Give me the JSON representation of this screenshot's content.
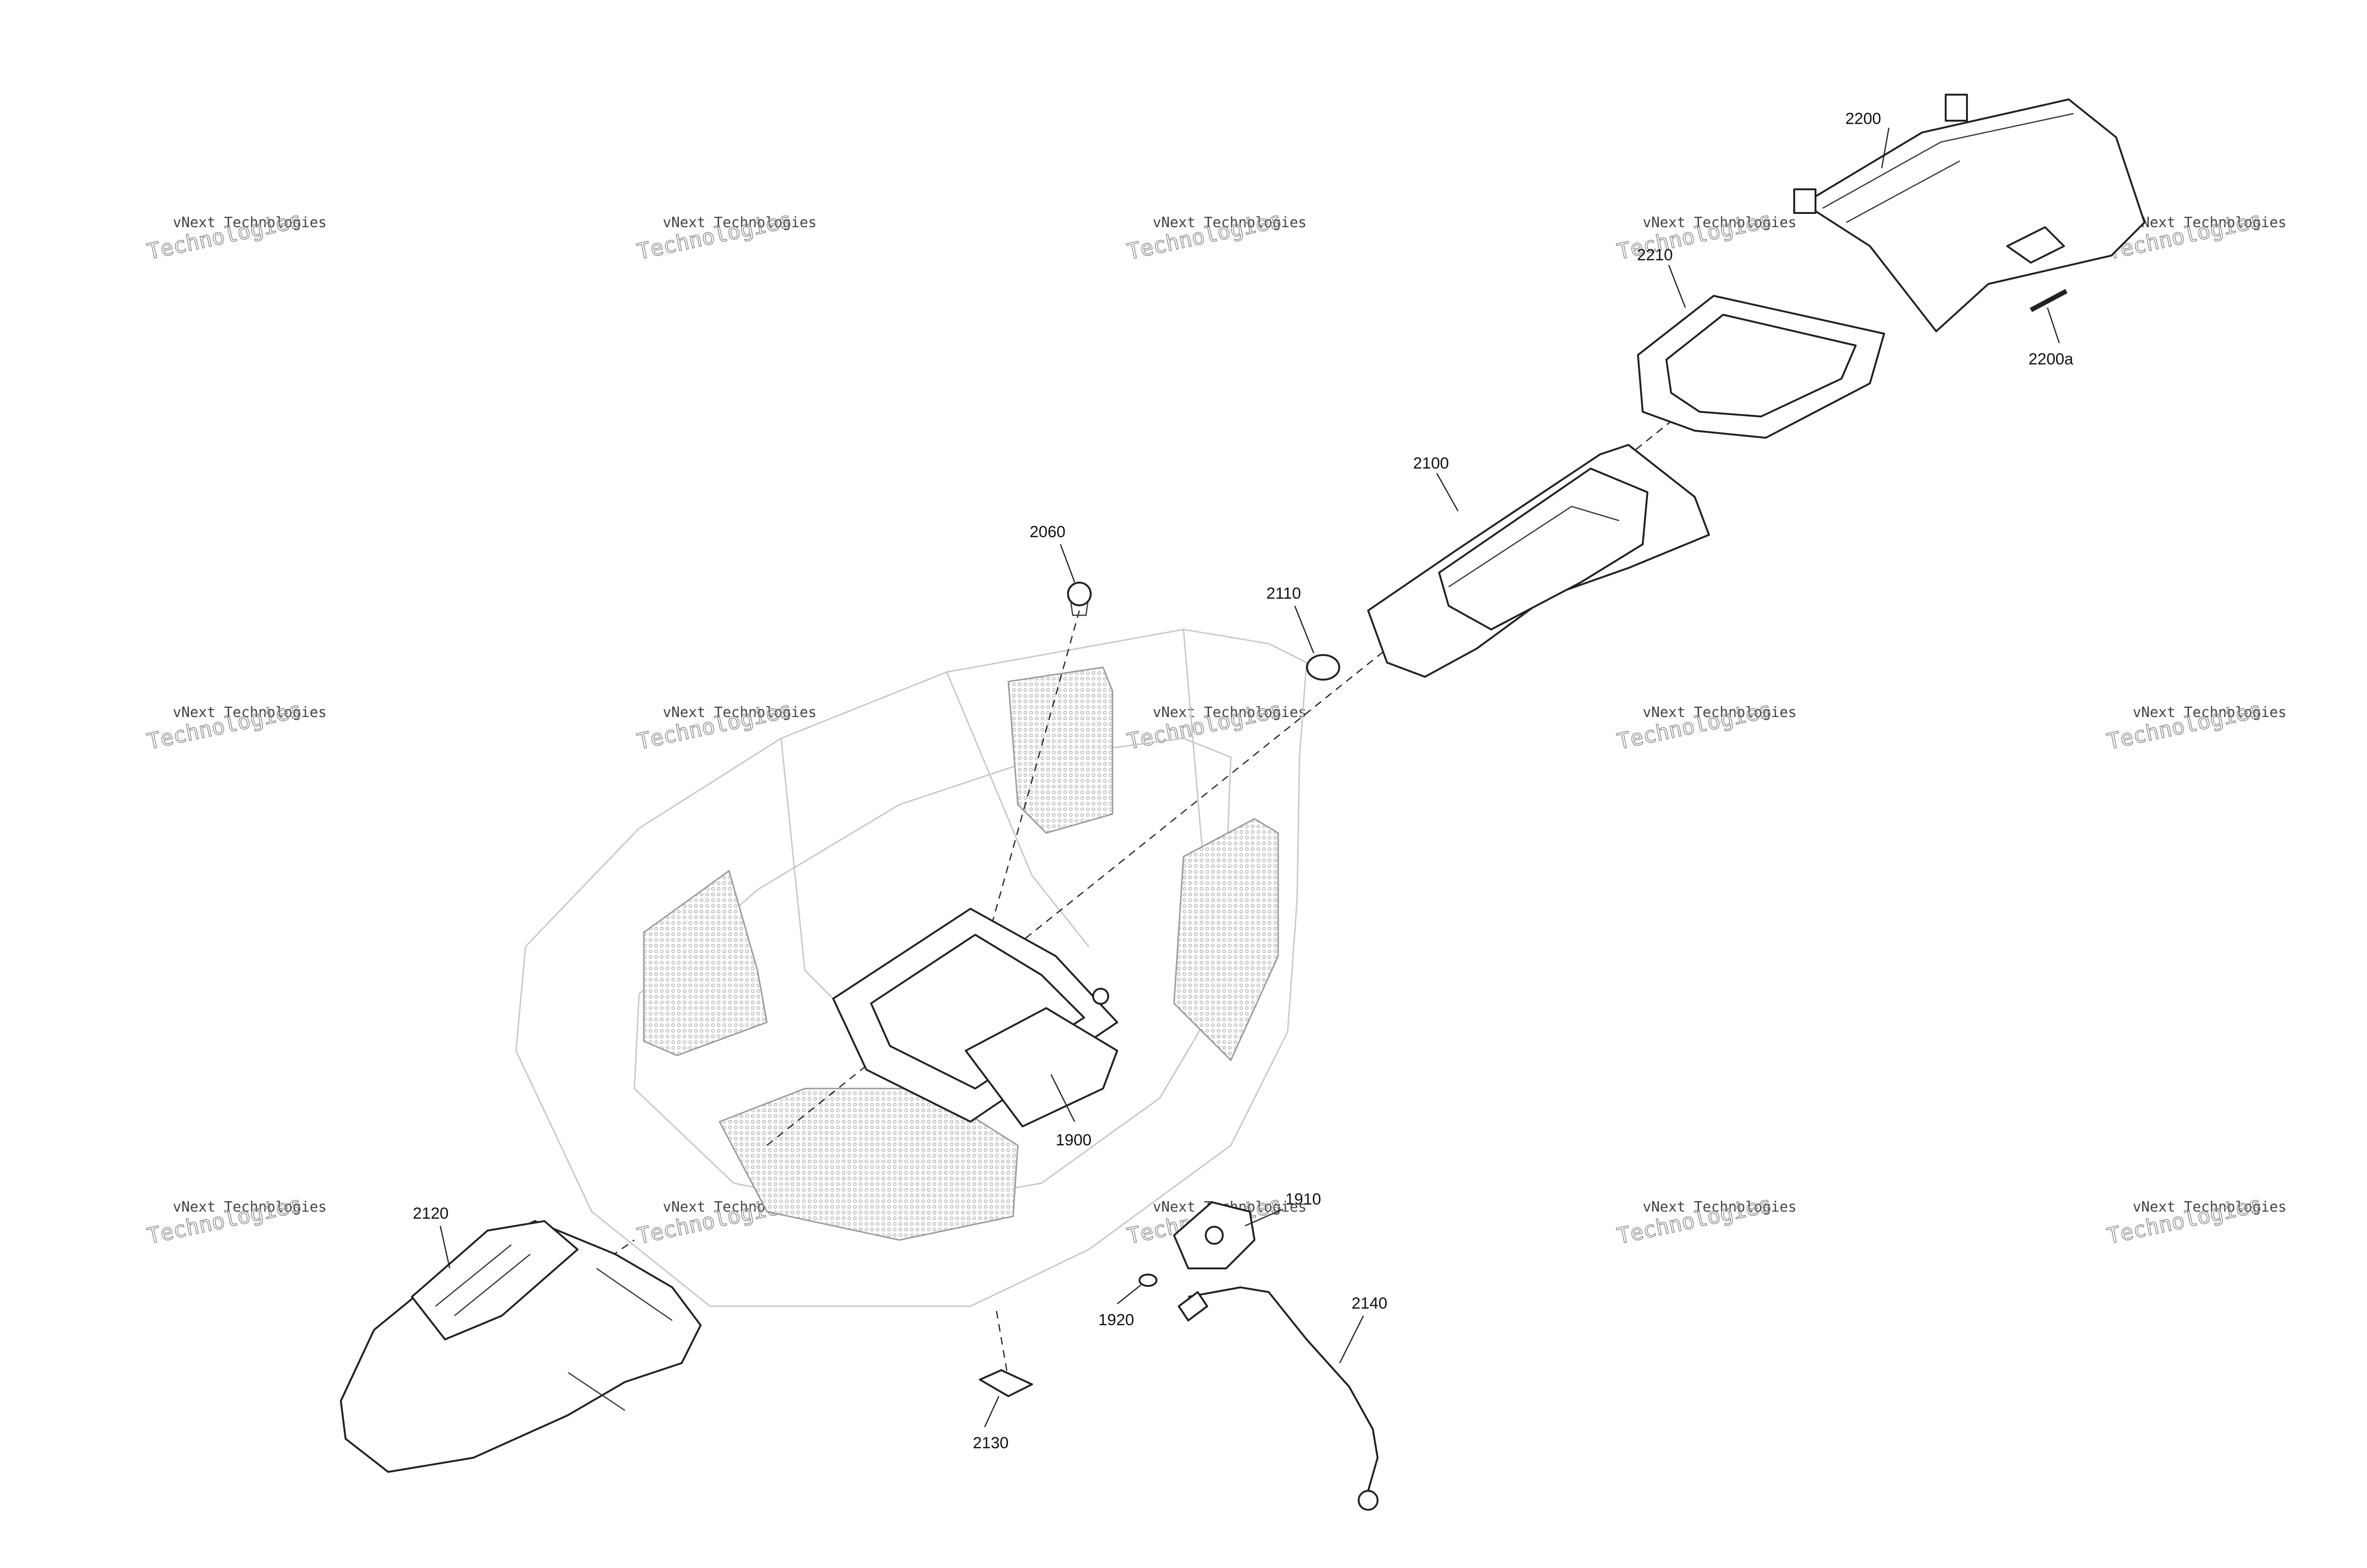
{
  "watermark": {
    "line1": "vNext Technologies",
    "line2": "Technologies"
  },
  "callouts": {
    "p1900": "1900",
    "p1910": "1910",
    "p1920": "1920",
    "p2060": "2060",
    "p2100": "2100",
    "p2110": "2110",
    "p2120": "2120",
    "p2130": "2130",
    "p2140": "2140",
    "p2200": "2200",
    "p2200a": "2200a",
    "p2210": "2210"
  }
}
